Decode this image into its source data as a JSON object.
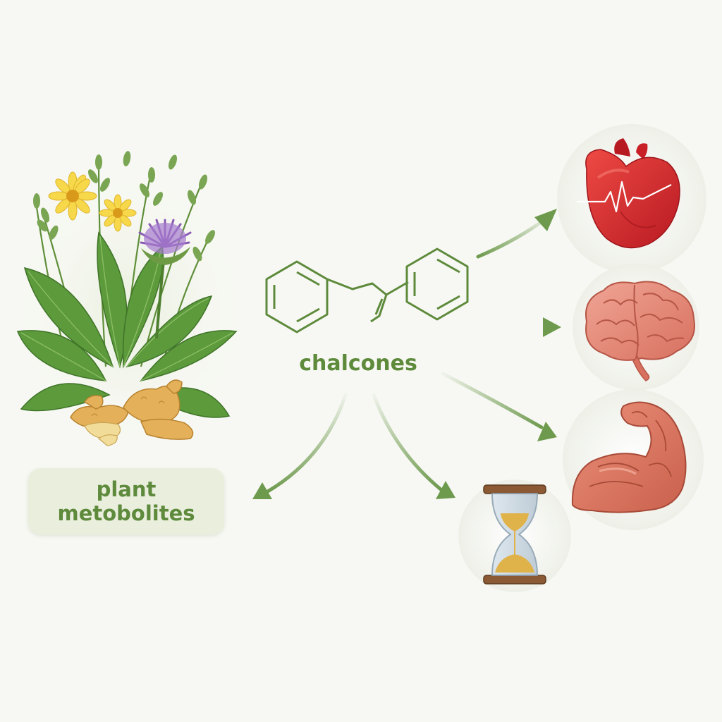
{
  "labels": {
    "source_line1": "plant",
    "source_line2": "metobolites",
    "compound": "chalcones"
  },
  "icons": {
    "source": "plant-herbs-icon",
    "compound": "chalcone-structure-icon",
    "target_1": "heart-icon",
    "target_2": "brain-icon",
    "target_3": "muscle-arm-icon",
    "target_4": "hourglass-icon"
  },
  "colors": {
    "accent_green": "#5e8a3c",
    "arrow_green": "#6e9a4e",
    "background": "#f7f8f3",
    "heart_red": "#d9262c",
    "brain_pink": "#e48a7a",
    "muscle_salmon": "#df7a66",
    "hourglass_sand": "#e0b24a"
  }
}
